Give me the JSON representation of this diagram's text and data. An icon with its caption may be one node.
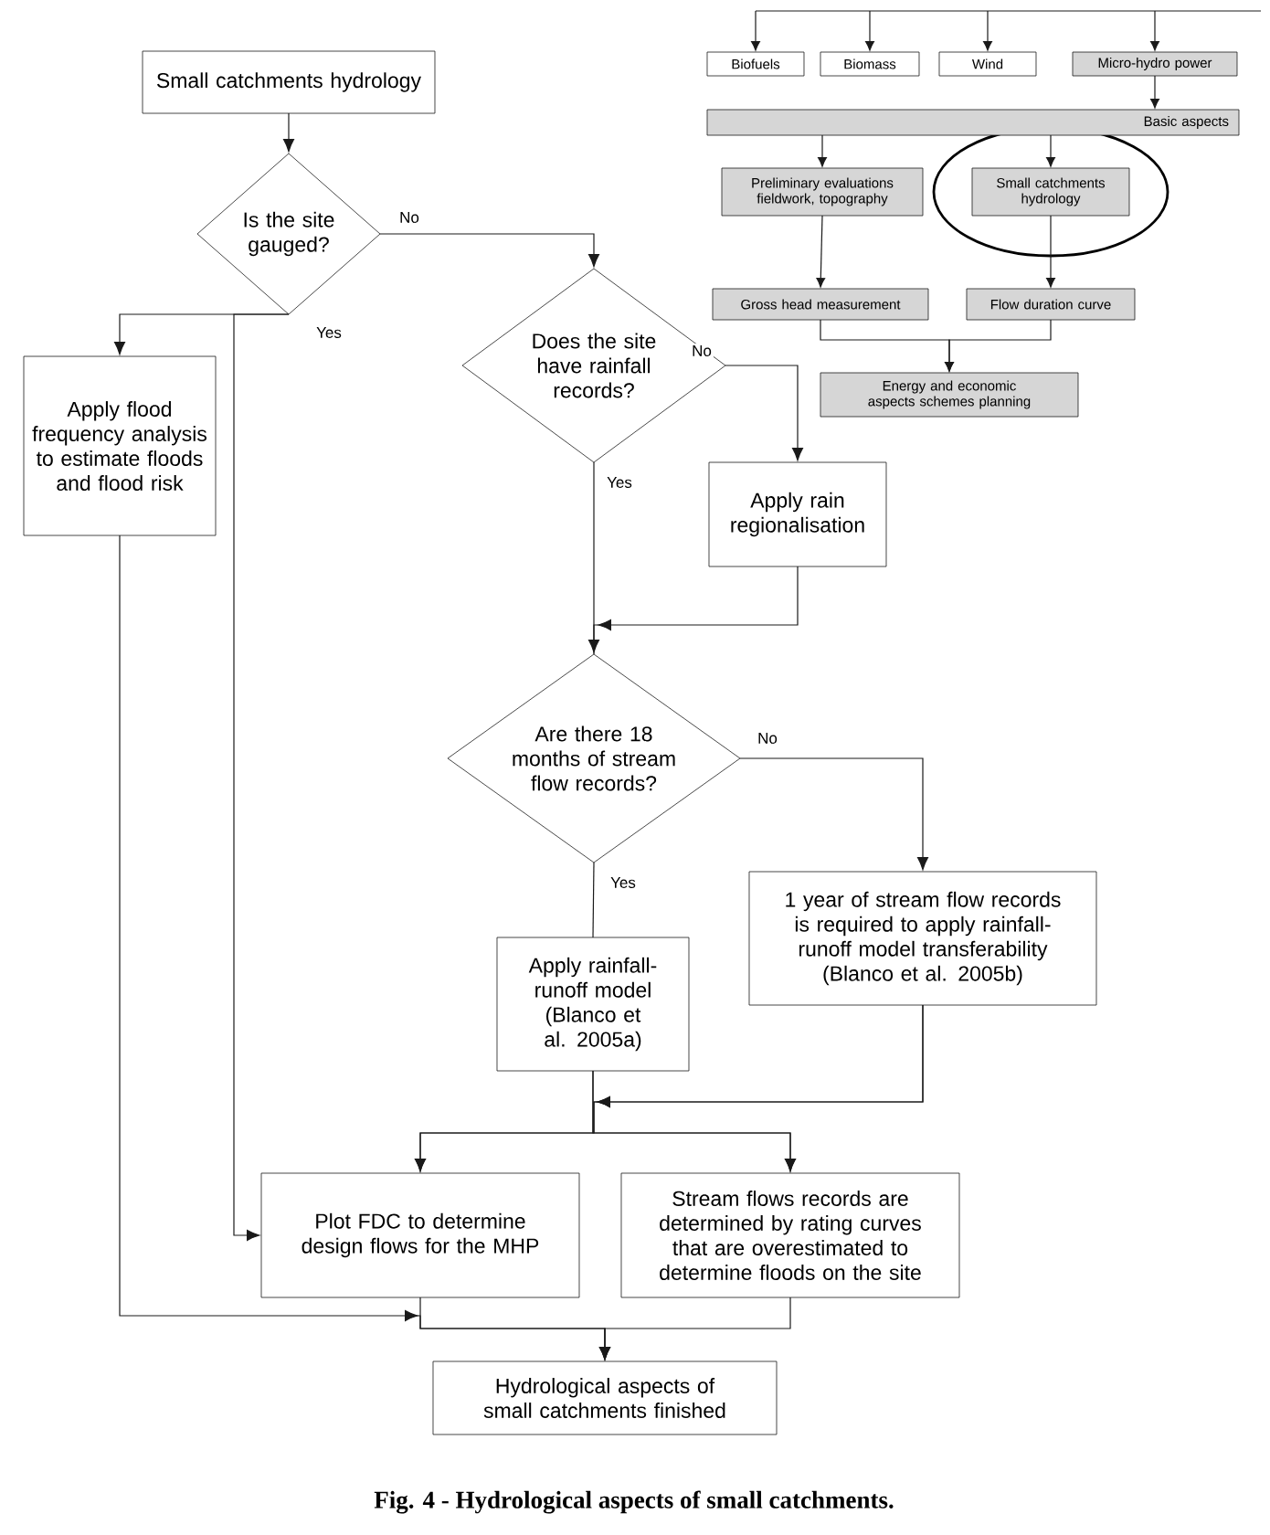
{
  "diagram": {
    "caption": "Fig. 4 - Hydrological aspects of small catchments.",
    "nodes": [
      {
        "text": [
          "Small catchments hydrology"
        ]
      },
      {
        "text": [
          "Is the site gauged?"
        ]
      },
      {
        "text": [
          "Apply flood frequency analysis to estimate floods and flood risk"
        ]
      },
      {
        "text": [
          "Does the site have rainfall records?"
        ]
      },
      {
        "text": [
          "Apply rain regionalisation"
        ]
      },
      {
        "text": [
          "Are there 18 months of stream flow records?"
        ]
      },
      {
        "text": [
          "Apply rainfall-runoff model (Blanco et al. 2005a)"
        ]
      },
      {
        "text": [
          "1 year of stream flow records is required to apply rainfall-runoff model transferability (Blanco et al. 2005b)"
        ]
      },
      {
        "text": [
          "Plot FDC to determine design flows for the MHP"
        ]
      },
      {
        "text": [
          "Stream flows records are determined by rating curves that are overestimated to determine floods on the site"
        ]
      },
      {
        "text": [
          "Hydrological aspects of small catchments finished"
        ]
      },
      {
        "text": [
          "Biofuels"
        ]
      },
      {
        "text": [
          "Biomass"
        ]
      },
      {
        "text": [
          "Wind"
        ]
      },
      {
        "text": [
          "Micro-hydro power"
        ]
      },
      {
        "text": [
          "Basic aspects"
        ]
      },
      {
        "text": [
          "Preliminary evaluations fieldwork, topography"
        ]
      },
      {
        "text": [
          "Small catchments hydrology"
        ]
      },
      {
        "text": [
          "Gross head measurement"
        ]
      },
      {
        "text": [
          "Flow duration curve"
        ]
      },
      {
        "text": [
          "Energy and economic aspects schemes planning"
        ]
      }
    ],
    "edges": [
      {
        "from": 0,
        "to": 1,
        "arrow": "to"
      },
      {
        "from": 1,
        "to": 3,
        "arrow": "to",
        "label": "No"
      },
      {
        "from": 1,
        "to": 2,
        "arrow": "to",
        "label": "Yes"
      },
      {
        "from": 1,
        "to": 8,
        "arrow": "to"
      },
      {
        "from": 3,
        "to": 4,
        "arrow": "to",
        "label": "No"
      },
      {
        "from": 3,
        "to": 5,
        "arrow": "none",
        "label": "Yes"
      },
      {
        "from": 4,
        "to": 5,
        "arrow": "to"
      },
      {
        "from": 5,
        "to": 7,
        "arrow": "to",
        "label": "No"
      },
      {
        "from": 5,
        "to": 6,
        "arrow": "none",
        "label": "Yes"
      },
      {
        "from": 6,
        "to": 8,
        "arrow": "to"
      },
      {
        "from": 6,
        "to": 9,
        "arrow": "to"
      },
      {
        "from": 7,
        "to": 8,
        "arrow": "to"
      },
      {
        "from": 7,
        "to": 9,
        "arrow": "to"
      },
      {
        "from": 2,
        "to": 10,
        "arrow": "to"
      },
      {
        "from": 8,
        "to": 10,
        "arrow": "to"
      },
      {
        "from": 9,
        "to": 10,
        "arrow": "to"
      },
      {
        "from": null,
        "to": 11,
        "arrow": "to"
      },
      {
        "from": null,
        "to": 12,
        "arrow": "to"
      },
      {
        "from": null,
        "to": 13,
        "arrow": "to"
      },
      {
        "from": null,
        "to": 14,
        "arrow": "to"
      },
      {
        "from": 14,
        "to": 15,
        "arrow": "to"
      },
      {
        "from": 15,
        "to": 16,
        "arrow": "to"
      },
      {
        "from": 15,
        "to": 17,
        "arrow": "to"
      },
      {
        "from": 16,
        "to": 18,
        "arrow": "to"
      },
      {
        "from": 17,
        "to": 19,
        "arrow": "to"
      },
      {
        "from": 18,
        "to": 20,
        "arrow": "to"
      },
      {
        "from": 19,
        "to": 20,
        "arrow": "to"
      }
    ]
  }
}
